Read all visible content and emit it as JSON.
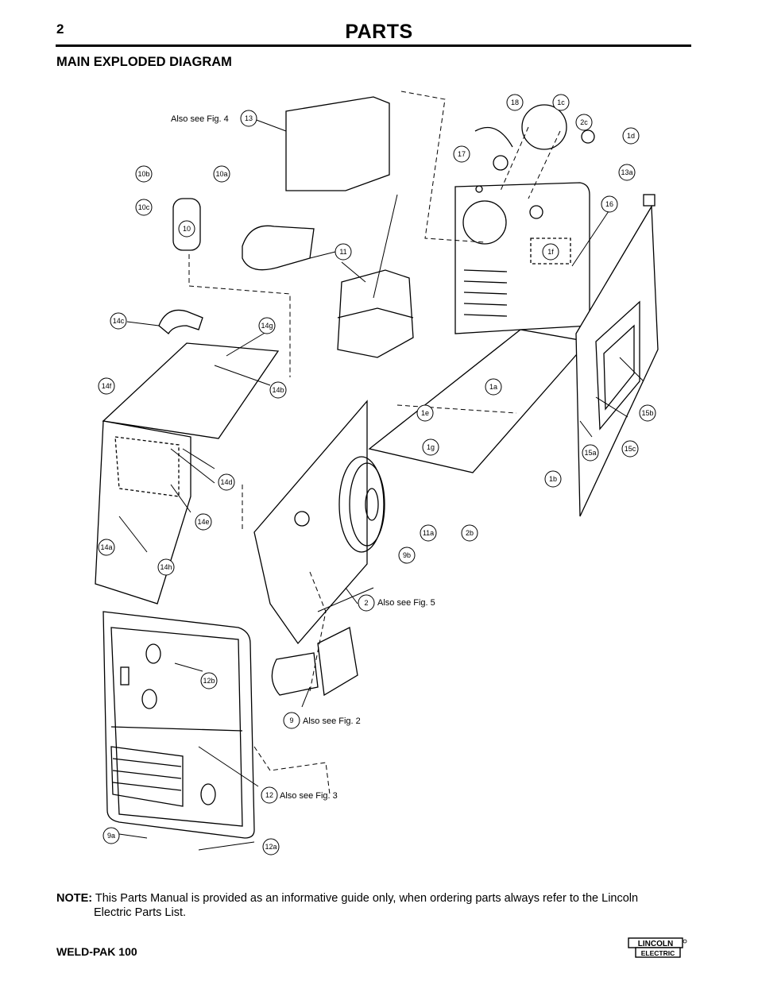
{
  "header": {
    "page_number": "2",
    "title": "PARTS"
  },
  "section": {
    "title": "MAIN EXPLODED DIAGRAM"
  },
  "diagram": {
    "also_see": {
      "fig4": "Also see Fig. 4",
      "fig5": "Also see Fig. 5",
      "fig2": "Also see Fig. 2",
      "fig3": "Also see Fig. 3"
    },
    "callouts": [
      "13",
      "18",
      "1c",
      "2c",
      "1d",
      "17",
      "13a",
      "10b",
      "10a",
      "10c",
      "10",
      "16",
      "1f",
      "11",
      "14c",
      "14g",
      "14f",
      "14b",
      "1a",
      "1e",
      "1g",
      "15b",
      "15c",
      "15a",
      "1b",
      "14d",
      "14e",
      "11a",
      "2b",
      "14a",
      "14h",
      "9b",
      "2",
      "12b",
      "9",
      "12",
      "9a",
      "12a"
    ]
  },
  "note": {
    "label": "NOTE:",
    "line1": "This Parts Manual is provided as an informative guide only, when ordering parts always refer to the Lincoln",
    "line2": "Electric Parts List."
  },
  "footer": {
    "model": "WELD-PAK 100",
    "logo_top": "LINCOLN",
    "logo_bottom": "ELECTRIC"
  }
}
